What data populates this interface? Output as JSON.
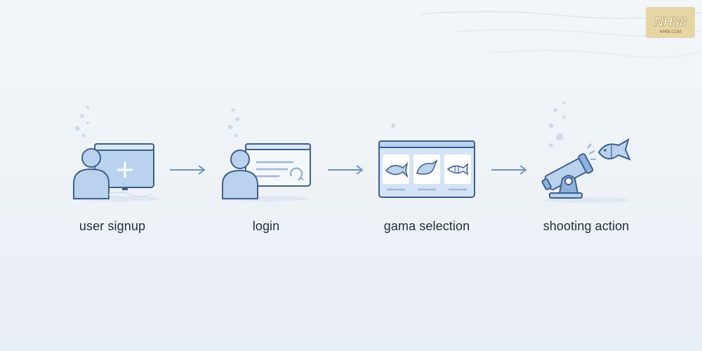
{
  "brand": {
    "logo_text": "NH88",
    "logo_sub": "NH88.COM"
  },
  "steps": [
    {
      "label": "user signup"
    },
    {
      "label": "login"
    },
    {
      "label": "gama selection"
    },
    {
      "label": "shooting action"
    }
  ],
  "colors": {
    "stroke": "#3d5f8f",
    "fill_light": "#b9d3ef",
    "fill_panel": "#eaf2fb",
    "bubble": "#cfdbe8",
    "arrow": "#6f93bf",
    "text": "#1f2d3f"
  }
}
